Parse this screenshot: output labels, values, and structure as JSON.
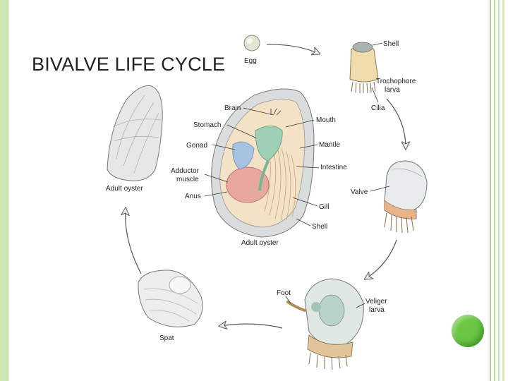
{
  "slide": {
    "title": "BIVALVE LIFE CYCLE",
    "accent_color": "#6cc644",
    "frame_color": "#cfe7b4"
  },
  "diagram": {
    "stages": {
      "egg": "Egg",
      "trochophore_line1": "Trochophore",
      "trochophore_line2": "larva",
      "veliger_line1": "Veliger",
      "veliger_line2": "larva",
      "spat": "Spat",
      "adult_left": "Adult oyster",
      "adult_center": "Adult oyster"
    },
    "labels": {
      "shell_top": "Shell",
      "cilia": "Cilia",
      "valve": "Valve",
      "foot": "Foot",
      "brain": "Brain",
      "stomach": "Stomach",
      "gonad": "Gonad",
      "adductor_line1": "Adductor",
      "adductor_line2": "muscle",
      "anus": "Anus",
      "mouth": "Mouth",
      "mantle": "Mantle",
      "intestine": "Intestine",
      "gill": "Gill",
      "shell_center": "Shell"
    }
  }
}
